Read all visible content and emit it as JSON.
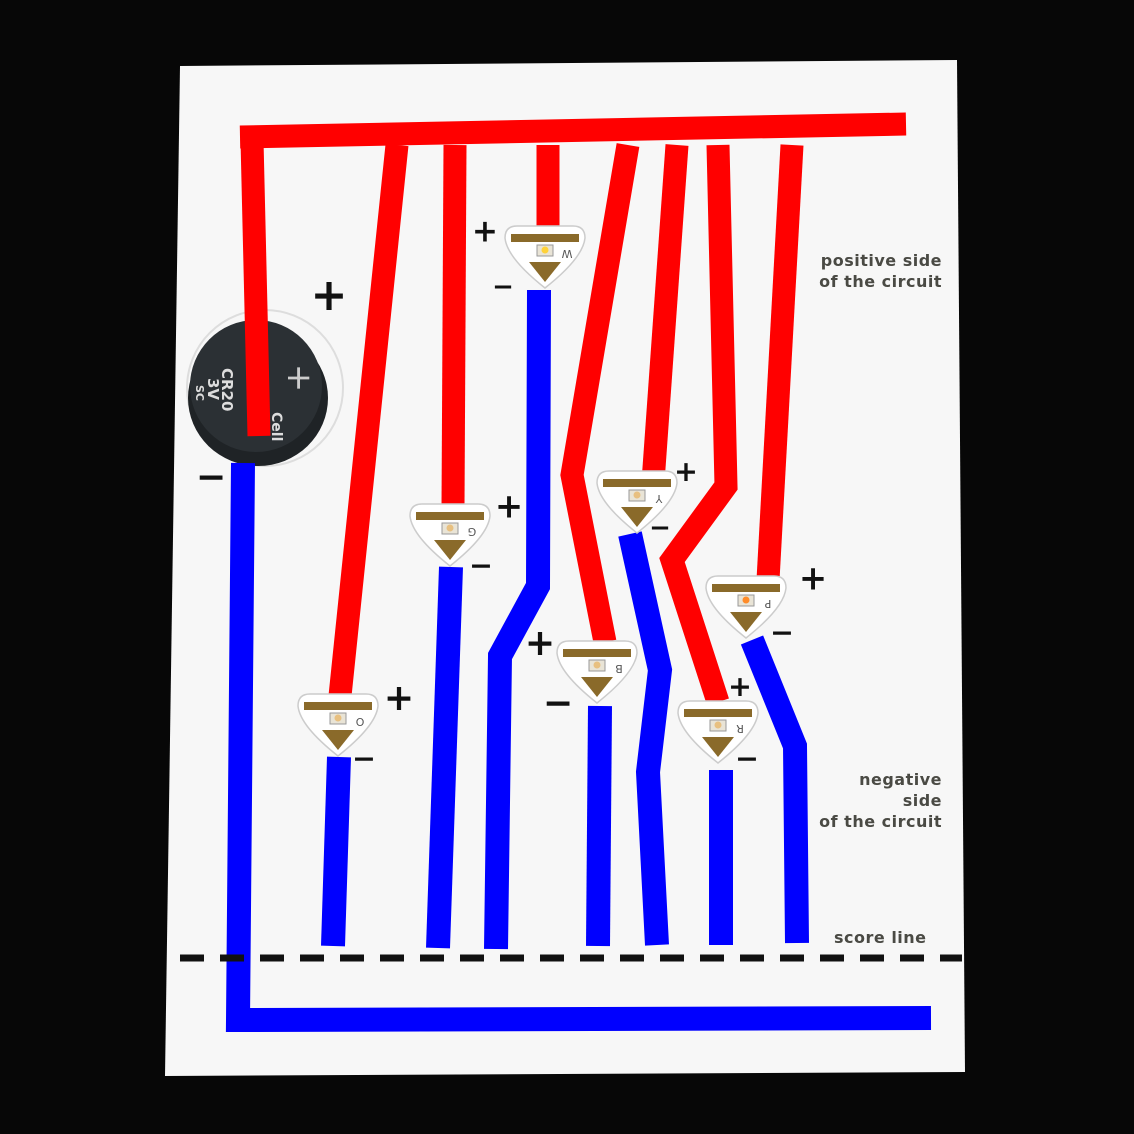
{
  "labels": {
    "positive": [
      "positive side",
      "of the circuit"
    ],
    "negative": [
      "negative side",
      "of the circuit"
    ],
    "score_line": "score line"
  },
  "battery": {
    "text": [
      "CR20",
      "3V",
      "SC",
      "Cell",
      "+"
    ]
  },
  "leds": [
    {
      "letter": "W"
    },
    {
      "letter": "G"
    },
    {
      "letter": "O"
    },
    {
      "letter": "B"
    },
    {
      "letter": "Y"
    },
    {
      "letter": "P"
    },
    {
      "letter": "R"
    }
  ],
  "signs": {
    "plus": "+",
    "minus": "−"
  },
  "colors": {
    "positive": "#ff0000",
    "negative": "#0000ff",
    "paper": "#f7f7f7",
    "background": "#000000",
    "score_line": "#111111"
  }
}
